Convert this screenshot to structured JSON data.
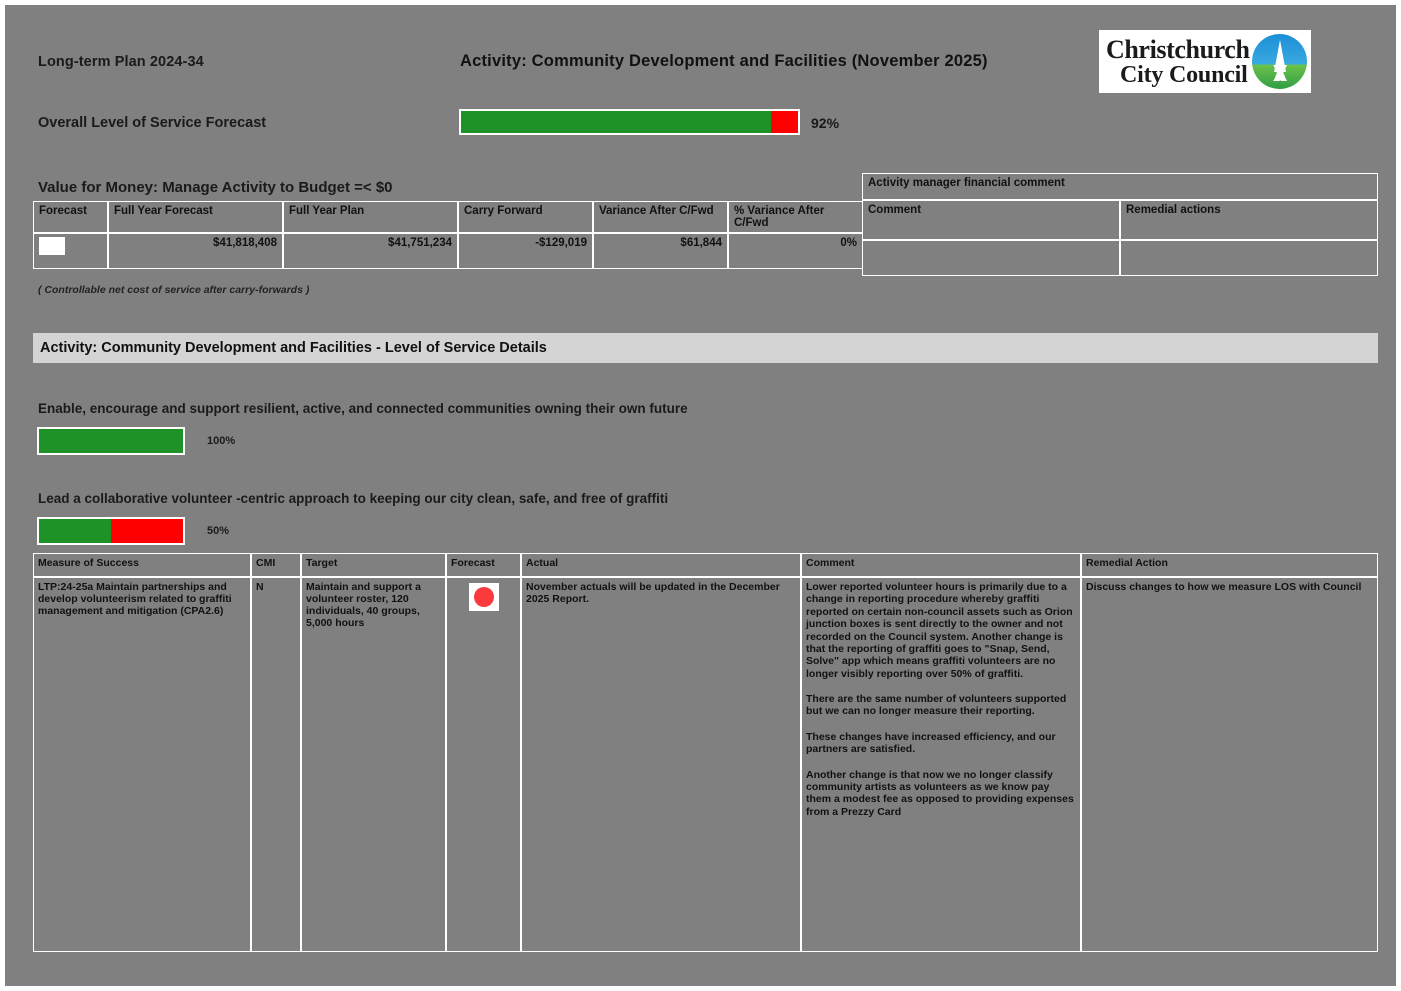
{
  "header": {
    "plan_label": "Long-term Plan 2024-34",
    "title": "Activity: Community Development and Facilities (November 2025)",
    "logo_line1": "Christchurch",
    "logo_line2": "City Council"
  },
  "overall": {
    "label": "Overall Level of Service Forecast",
    "percent_text": "92%",
    "percent_value": 92,
    "green_hex": "#1e9127",
    "red_hex": "#ff0000"
  },
  "value_for_money": {
    "title": "Value for Money: Manage Activity to Budget =< $0",
    "columns": [
      "Forecast",
      "Full Year Forecast",
      "Full Year Plan",
      "Carry Forward",
      "Variance After C/Fwd",
      "% Variance After C/Fwd"
    ],
    "row": {
      "forecast_status": "green",
      "full_year_forecast": "$41,818,408",
      "full_year_plan": "$41,751,234",
      "carry_forward": "-$129,019",
      "variance_after_cfwd": "$61,844",
      "pct_variance_after_cfwd": "0%"
    },
    "note": "( Controllable net cost of service after carry-forwards )",
    "manager_panel": {
      "title": "Activity manager financial comment",
      "col_comment": "Comment",
      "col_remedial": "Remedial actions",
      "comment_value": "",
      "remedial_value": ""
    }
  },
  "section_band": {
    "title": "Activity: Community Development and Facilities - Level of Service Details"
  },
  "los_groups": [
    {
      "heading": "Enable, encourage and support resilient, active, and connected communities owning their own future",
      "percent_text": "100%",
      "percent_value": 100
    },
    {
      "heading": "Lead a collaborative volunteer -centric approach to keeping our city clean, safe, and free of graffiti",
      "percent_text": "50%",
      "percent_value": 50
    }
  ],
  "measures_table": {
    "columns": [
      "Measure of Success",
      "CMI",
      "Target",
      "Forecast",
      "Actual",
      "Comment",
      "Remedial Action"
    ],
    "rows": [
      {
        "measure": "LTP:24-25a  Maintain partnerships and develop volunteerism related to graffiti management and mitigation (CPA2.6)",
        "cmi": "N",
        "target": "Maintain and support a volunteer roster, 120 individuals, 40 groups, 5,000 hours",
        "forecast_status": "red",
        "actual": "November actuals will be updated in the December 2025 Report.",
        "comment_paragraphs": [
          "Lower reported volunteer hours is primarily due to a change in reporting procedure whereby graffiti reported on certain non-council assets such as Orion junction boxes is sent directly to the owner and not recorded on the Council system.  Another change is that the reporting of graffiti goes to \"Snap, Send, Solve\" app which means graffiti volunteers are no longer visibly reporting over 50% of graffiti.",
          "There are the same number of volunteers supported but we can no longer measure their reporting.",
          "These changes have increased efficiency, and our partners are satisfied.",
          "Another change is that now we no longer classify community artists as volunteers as we know pay them a modest fee as opposed to providing expenses from a Prezzy Card"
        ],
        "remedial": "Discuss changes to how we measure LOS with Council"
      }
    ]
  }
}
